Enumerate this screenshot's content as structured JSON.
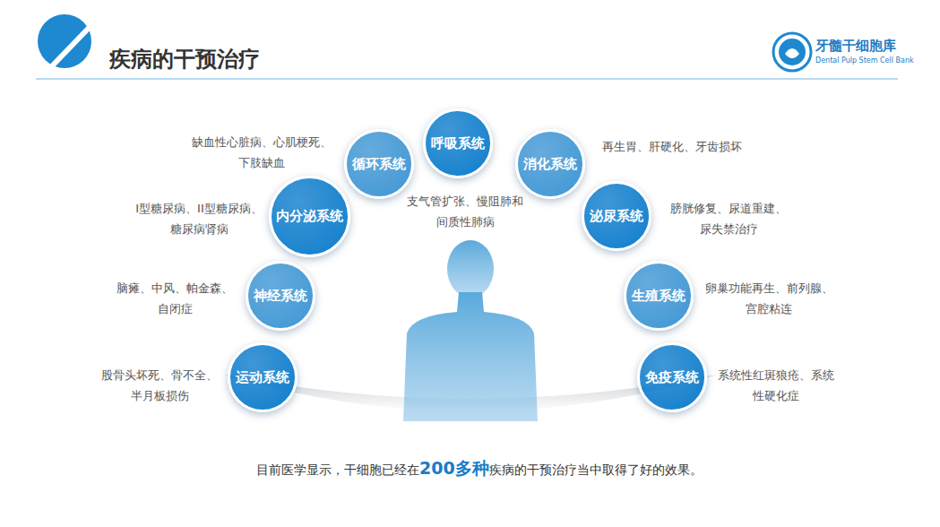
{
  "diagram": {
    "title": "疾病的干预治疗",
    "caption": "目前医学显示，干细胞已经在200多种疾病的干预治疗当中取得了好的效果。",
    "nodes": [
      {
        "text": [
          "呼吸系统",
          "支气管扩张、慢阻肺和间质性肺病"
        ]
      },
      {
        "text": [
          "循环系统",
          "缺血性心脏病、心肌梗死、下肢缺血"
        ]
      },
      {
        "text": [
          "消化系统",
          "再生胃、肝硬化、牙齿损坏"
        ]
      },
      {
        "text": [
          "内分泌系统",
          "I型糖尿病、II型糖尿病、糖尿病肾病"
        ]
      },
      {
        "text": [
          "泌尿系统",
          "膀胱修复、尿道重建、尿失禁治疗"
        ]
      },
      {
        "text": [
          "神经系统",
          "脑瘫、中风、帕金森、自闭症"
        ]
      },
      {
        "text": [
          "生殖系统",
          "卵巢功能再生、前列腺、宫腔粘连"
        ]
      },
      {
        "text": [
          "运动系统",
          "股骨头坏死、骨不全、半月板损伤"
        ]
      },
      {
        "text": [
          "免疫系统",
          "系统性红斑狼疮、系统性硬化症"
        ]
      }
    ],
    "labels": [
      "牙髓干细胞库",
      "Dental Pulp Stem Cell Bank"
    ]
  }
}
